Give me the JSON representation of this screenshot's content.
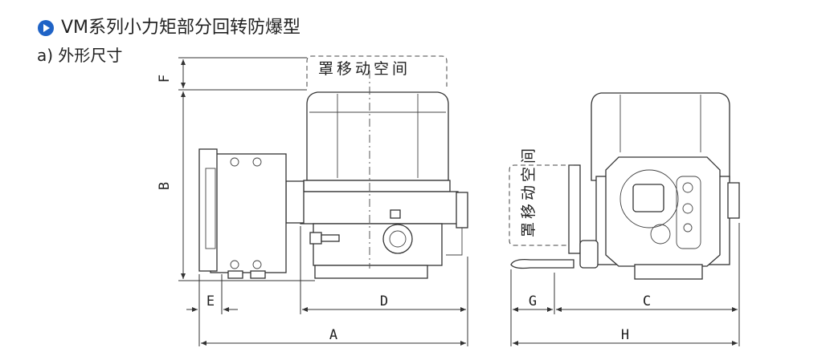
{
  "heading": {
    "text": "VM系列小力矩部分回转防爆型",
    "bullet_icon": "play-circle-icon",
    "accent_color": "#1f63c6"
  },
  "subheading": "a) 外形尺寸",
  "diagram": {
    "side_view": {
      "cover_clearance_label": "罩移动空间",
      "dimension_labels": {
        "A": "A",
        "B": "B",
        "D": "D",
        "E": "E",
        "F": "F"
      }
    },
    "front_view": {
      "cover_clearance_label": "罩移动空间",
      "dimension_labels": {
        "C": "C",
        "G": "G",
        "H": "H"
      }
    }
  }
}
